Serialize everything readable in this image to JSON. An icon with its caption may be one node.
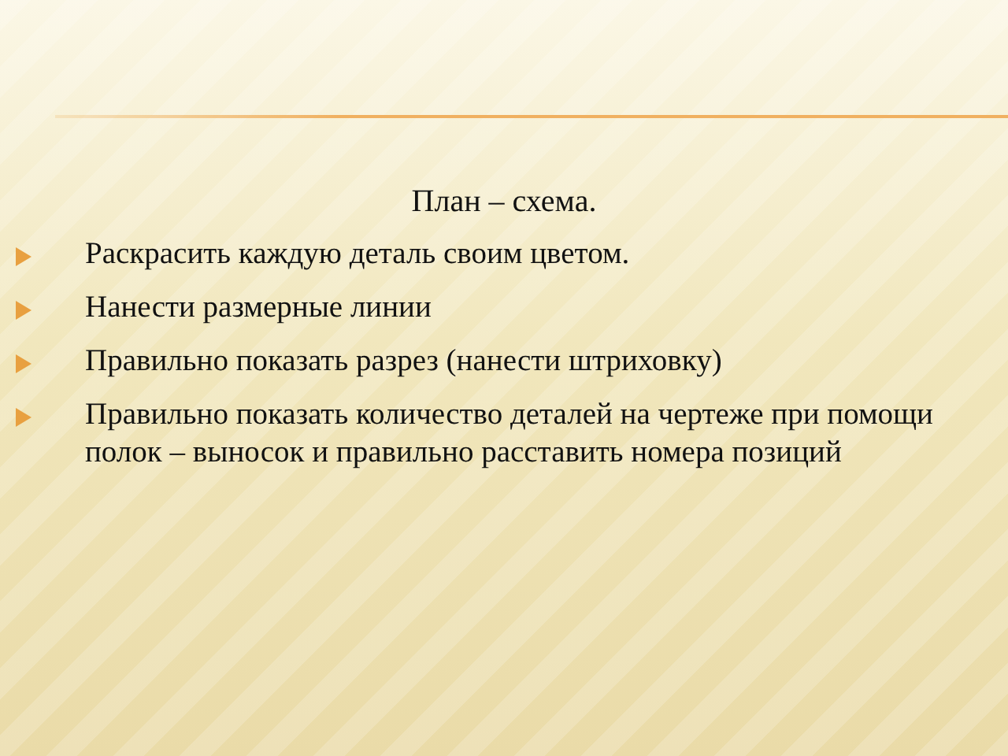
{
  "diagram": {
    "title": "План – схема.",
    "labels": [
      "Раскрасить каждую деталь своим цветом.",
      "Нанести размерные линии",
      "Правильно показать разрез (нанести штриховку)",
      "Правильно показать количество деталей на чертеже при помощи полок – выносок и правильно расставить номера позиций"
    ]
  }
}
